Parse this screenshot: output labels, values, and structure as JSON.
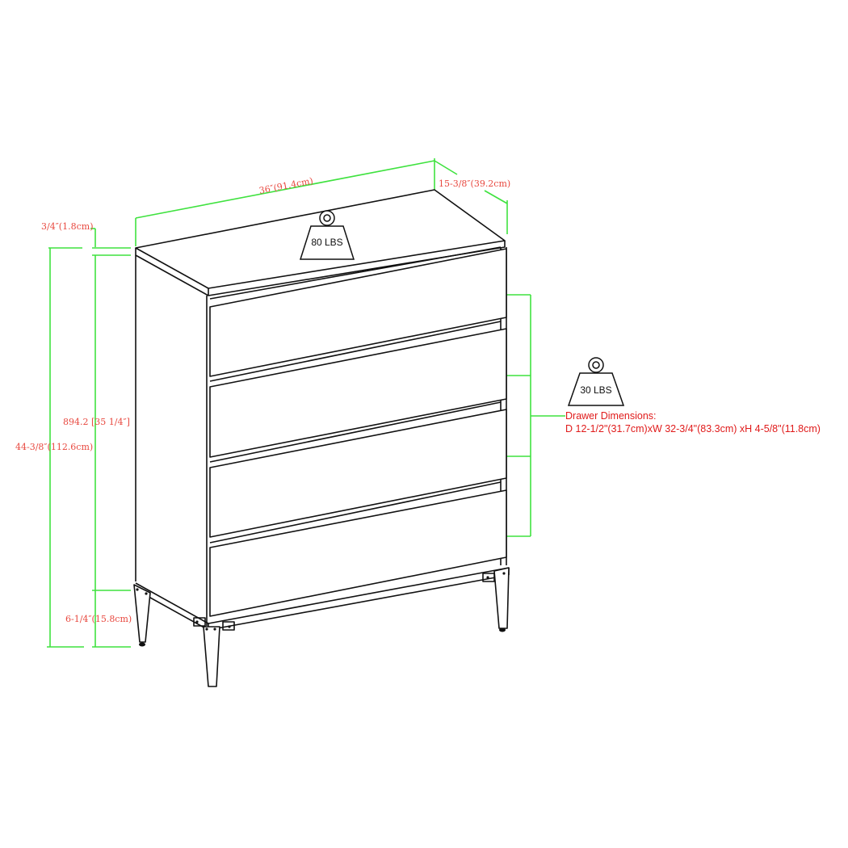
{
  "diagram": {
    "subject": "4-drawer dresser dimension diagram",
    "colors": {
      "dimension_line": "#3fe23f",
      "dimension_text": "#e8483f",
      "drawer_text": "#e01b1b",
      "outline": "#111111",
      "background": "#ffffff"
    },
    "dimensions": {
      "width": "36″(91.4cm)",
      "depth": "15-3/8″(39.2cm)",
      "top_thickness": "3/4″(1.8cm)",
      "body_height": "894.2 [35 1/4″]",
      "total_height": "44-3/8″(112.6cm)",
      "leg_height": "6-1/4″(15.8cm)"
    },
    "weight_capacity": {
      "top": "80 LBS",
      "drawer": "30 LBS"
    },
    "drawer_dimensions": {
      "title": "Drawer Dimensions:",
      "value": "D 12-1/2\"(31.7cm)xW 32-3/4\"(83.3cm) xH 4-5/8\"(11.8cm)"
    },
    "drawer_count": 4
  }
}
